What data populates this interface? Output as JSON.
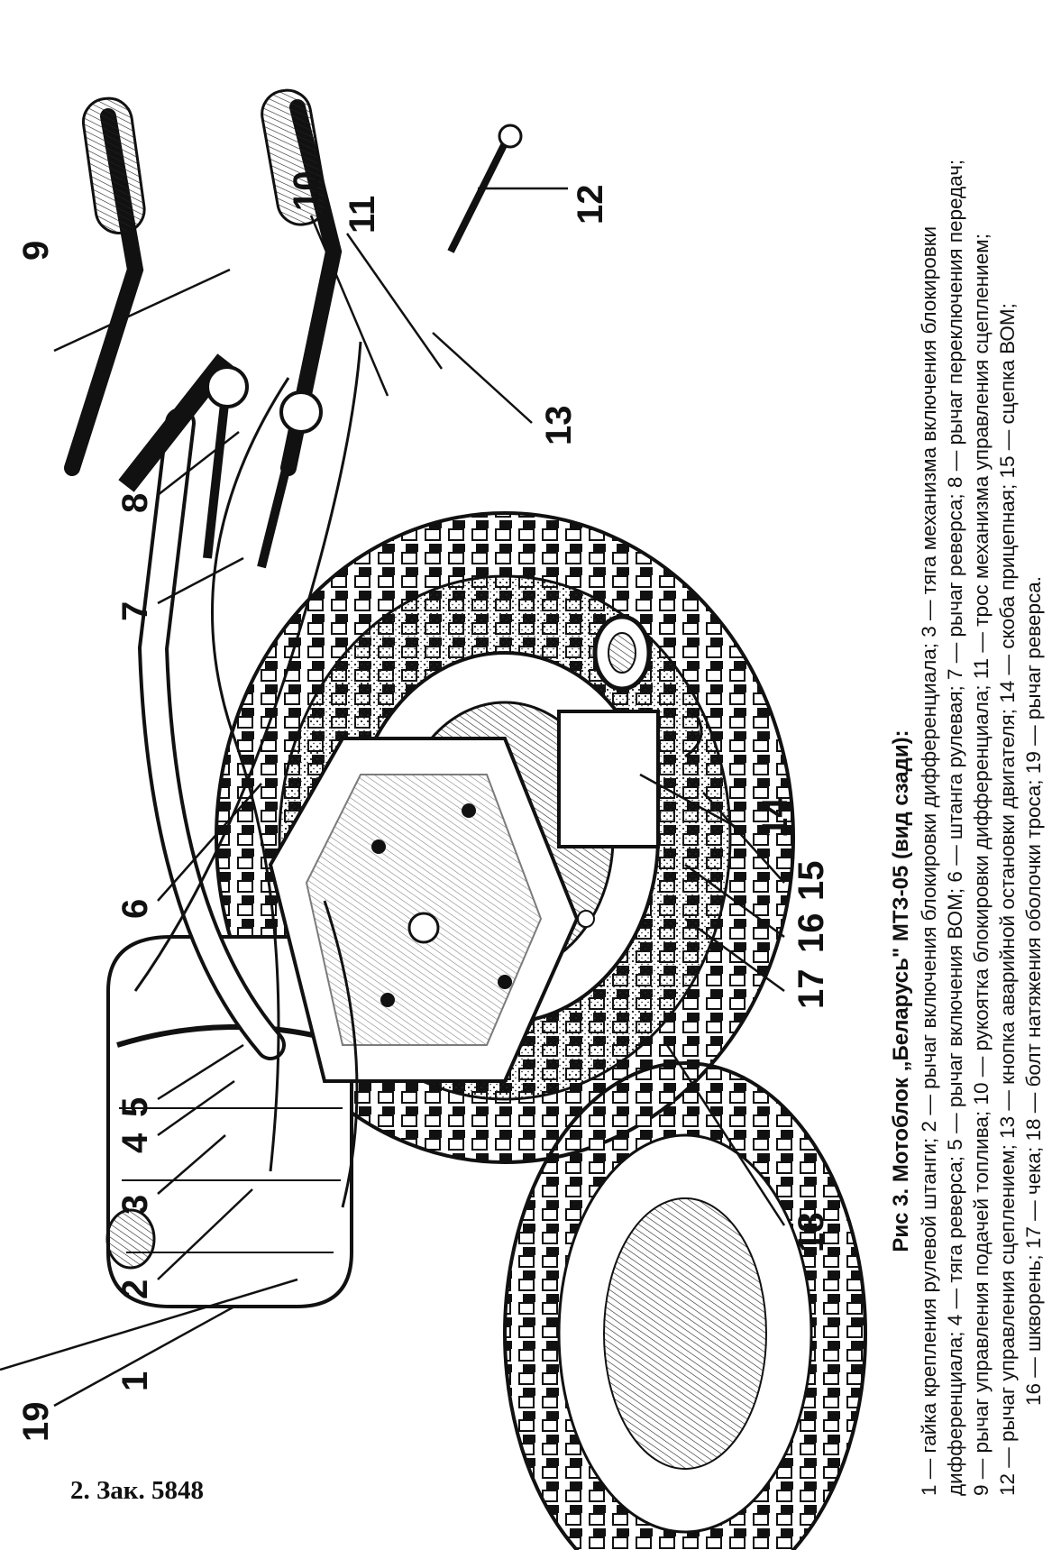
{
  "figure": {
    "callouts": [
      "1",
      "2",
      "3",
      "4",
      "5",
      "6",
      "7",
      "8",
      "9",
      "10",
      "11",
      "12",
      "13",
      "14",
      "15",
      "16",
      "17",
      "18",
      "19"
    ]
  },
  "caption": {
    "title": "Рис 3. Мотоблок „Беларусь\" МТЗ-05 (вид сзади):",
    "lines": [
      "1 — гайка крепления рулевой штанги; 2 — рычаг включения блокировки дифференциала; 3 — тяга механизма включения блокировки",
      "дифференциала; 4 — тяга реверса; 5 — рычаг включения ВОМ; 6 — штанга рулевая; 7 — рычаг реверса; 8 — рычаг переключения передач;",
      "9 — рычаг управления подачей топлива; 10 — рукоятка блокировки дифференциала; 11 — трос механизма управления сцеплением;",
      "12 — рычаг управления сцеплением; 13 — кнопка аварийной остановки двигателя; 14 — скоба прицепная; 15 — сцепка ВОМ;",
      "16 — шкворень; 17 — чека; 18 — болт натяжения оболочки троса; 19 — рычаг реверса."
    ]
  },
  "footer": {
    "text": "2. Зак. 5848"
  }
}
